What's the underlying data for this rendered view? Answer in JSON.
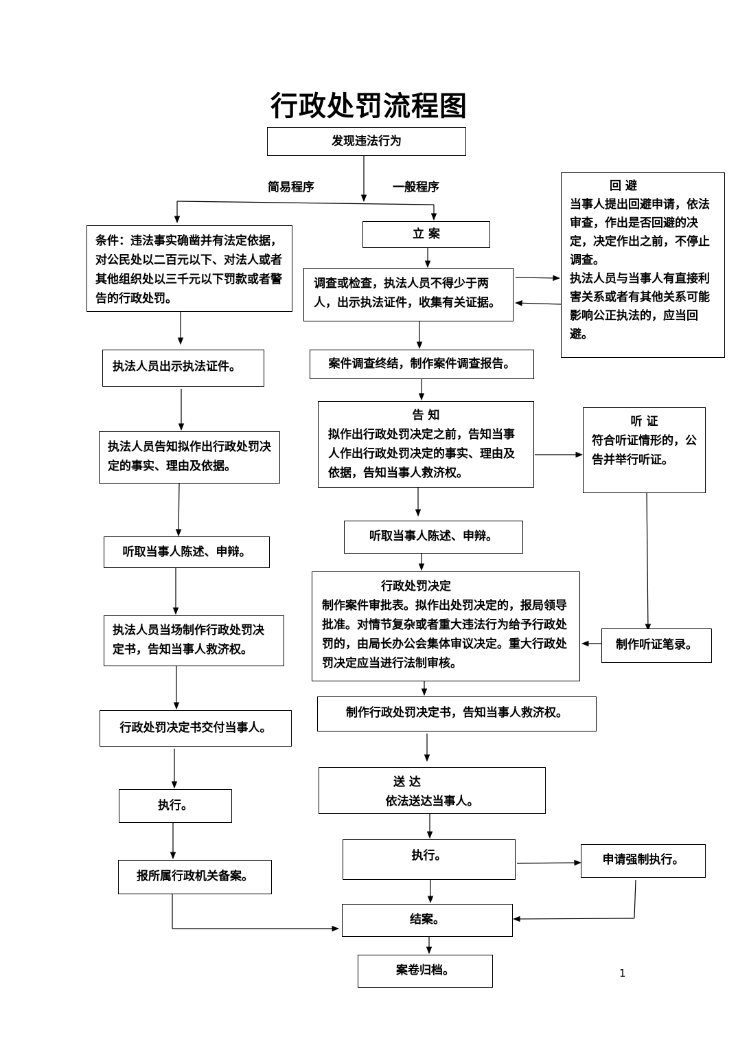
{
  "title": "行政处罚流程图",
  "start": "发现违法行为",
  "branch": {
    "simple": "简易程序",
    "general": "一般程序"
  },
  "simple": {
    "condition": "条件：违法事实确凿并有法定依据，对公民处以二百元以下、对法人或者其他组织处以三千元以下罚款或者警告的行政处罚。",
    "show_id": "执法人员出示执法证件。",
    "inform": "执法人员告知拟作出行政处罚决定的事实、理由及依据。",
    "hear": "听取当事人陈述、申辩。",
    "make_decision": "执法人员当场制作行政处罚决定书，告知当事人救济权。",
    "deliver": "行政处罚决定书交付当事人。",
    "execute": "执行。",
    "report": "报所属行政机关备案。"
  },
  "general": {
    "file_case": "立    案",
    "investigate": "调查或检查，执法人员不得少于两人，出示执法证件，收集有关证据。",
    "report": "案件调查终结，制作案件调查报告。",
    "notify_title": "告    知",
    "notify_body": "拟作出行政处罚决定之前，告知当事人作出行政处罚决定的事实、理由及依据，告知当事人救济权。",
    "hear": "听取当事人陈述、申辩。",
    "decision_title": "行政处罚决定",
    "decision_body": "制作案件审批表。拟作出处罚决定的，报局领导批准。对情节复杂或者重大违法行为给予行政处罚的，由局长办公会集体审议决定。重大行政处罚决定应当进行法制审核。",
    "make_decision": "制作行政处罚决定书，告知当事人救济权。",
    "serve_title": "送    达",
    "serve_body": "依法送达当事人。",
    "execute": "执行。",
    "enforce": "申请强制执行。",
    "close": "结案。",
    "archive": "案卷归档。"
  },
  "recusal": {
    "title": "回    避",
    "body1": "当事人提出回避申请，依法审查，作出是否回避的决定，决定作出之前，不停止调查。",
    "body2": "执法人员与当事人有直接利害关系或者有其他关系可能影响公正执法的，应当回避。"
  },
  "hearing": {
    "title": "听    证",
    "body": "符合听证情形的，公告并举行听证。",
    "record": "制作听证笔录。"
  },
  "page_number": "1"
}
